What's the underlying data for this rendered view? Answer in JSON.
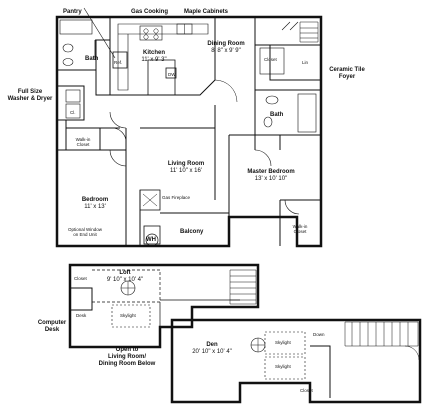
{
  "main_level": {
    "pantry": "Pantry",
    "gas_cooking": "Gas Cooking",
    "maple_cabinets": "Maple Cabinets",
    "kitchen": {
      "name": "Kitchen",
      "size": "11' x 9' 3\""
    },
    "bath_main": "Bath",
    "ref": "Ref.",
    "dw": "DW",
    "dining_room": {
      "name": "Dining Room",
      "size": "8' 8\" x 9' 9\""
    },
    "closet_entry": "Closet",
    "linen": "Lin",
    "ceramic_tile_foyer": [
      "Ceramic Tile",
      "Foyer"
    ],
    "washer_dryer": [
      "Full Size",
      "Washer & Dryer"
    ],
    "closet_hall": "Cl.",
    "walk_in_closet_bedroom": [
      "Walk-in",
      "Closet"
    ],
    "bedroom": {
      "name": "Bedroom",
      "size": "11' x 13'"
    },
    "optional_window": [
      "Optional Window",
      "on End Unit"
    ],
    "living_room": {
      "name": "Living Room",
      "size": "11' 10\" x 16'"
    },
    "gas_fireplace": "Gas Fireplace",
    "water_heater": "WH",
    "balcony": "Balcony",
    "bath_master": "Bath",
    "master_bedroom": {
      "name": "Master Bedroom",
      "size": "13' x 10' 10\""
    },
    "walk_in_closet_master": [
      "Walk-in",
      "Closet"
    ]
  },
  "loft_level": {
    "loft": {
      "name": "Loft",
      "size": "9' 10\" x 10' 4\""
    },
    "closet": "Closet",
    "desk": "Desk",
    "skylight": "Skylight",
    "computer_desk": [
      "Computer",
      "Desk"
    ],
    "open_to_below": [
      "Open to",
      "Living Room/",
      "Dining Room Below"
    ]
  },
  "den_level": {
    "den": {
      "name": "Den",
      "size": "20' 10\" x 10' 4\""
    },
    "skylight_1": "Skylight",
    "skylight_2": "Skylight",
    "closet": "Closet",
    "down": "Down"
  }
}
